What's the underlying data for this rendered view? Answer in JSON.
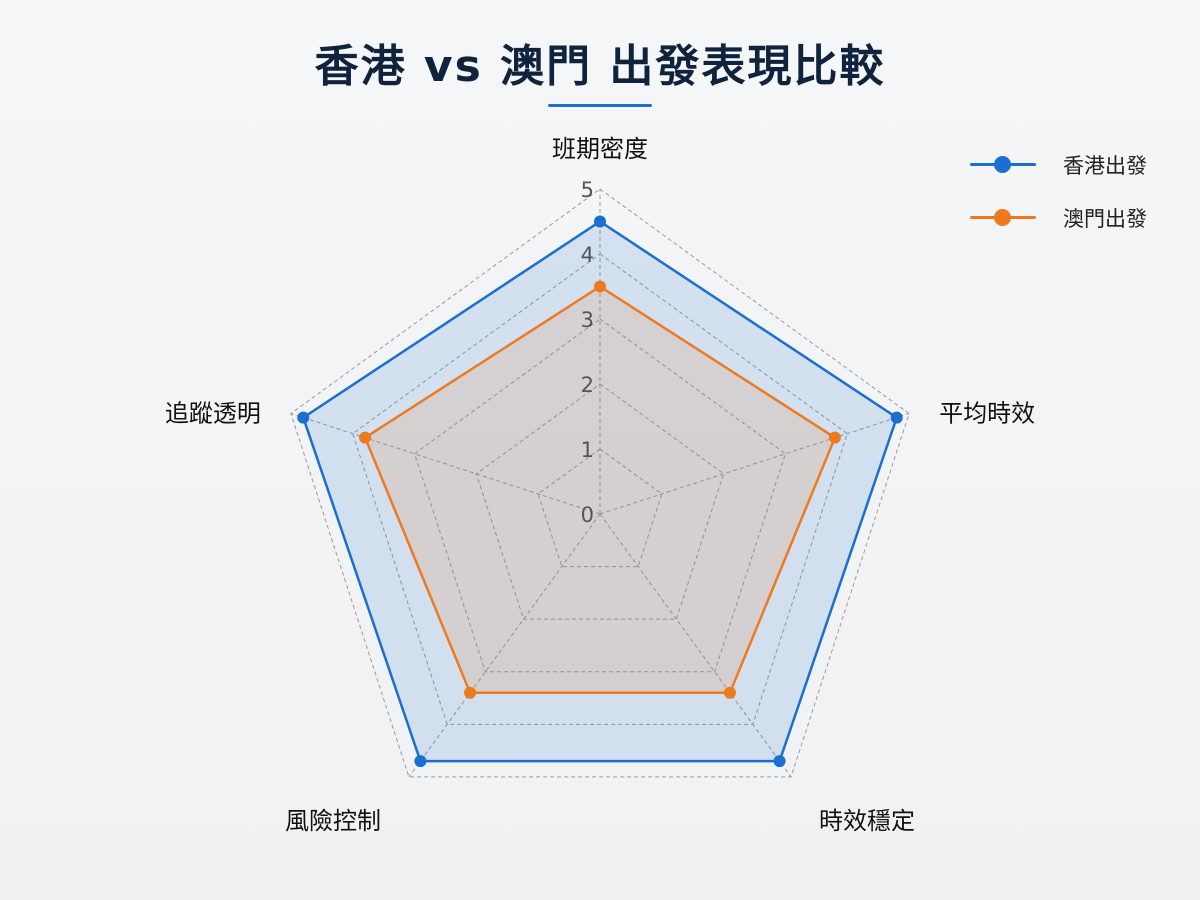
{
  "chart_data": {
    "type": "radar",
    "title": "香港 vs 澳門 出發表現比較",
    "axes": [
      "班期密度",
      "平均時效",
      "時效穩定",
      "風險控制",
      "追蹤透明"
    ],
    "range": [
      0,
      5
    ],
    "ticks": [
      "0",
      "1",
      "2",
      "3",
      "4",
      "5"
    ],
    "grid": true,
    "legend_position": "top-right",
    "series": [
      {
        "name": "香港出發",
        "color": "#1a6fd1",
        "values": [
          4.5,
          4.8,
          4.7,
          4.7,
          4.8
        ]
      },
      {
        "name": "澳門出發",
        "color": "#ee7a1f",
        "values": [
          3.5,
          3.8,
          3.4,
          3.4,
          3.8
        ]
      }
    ]
  }
}
